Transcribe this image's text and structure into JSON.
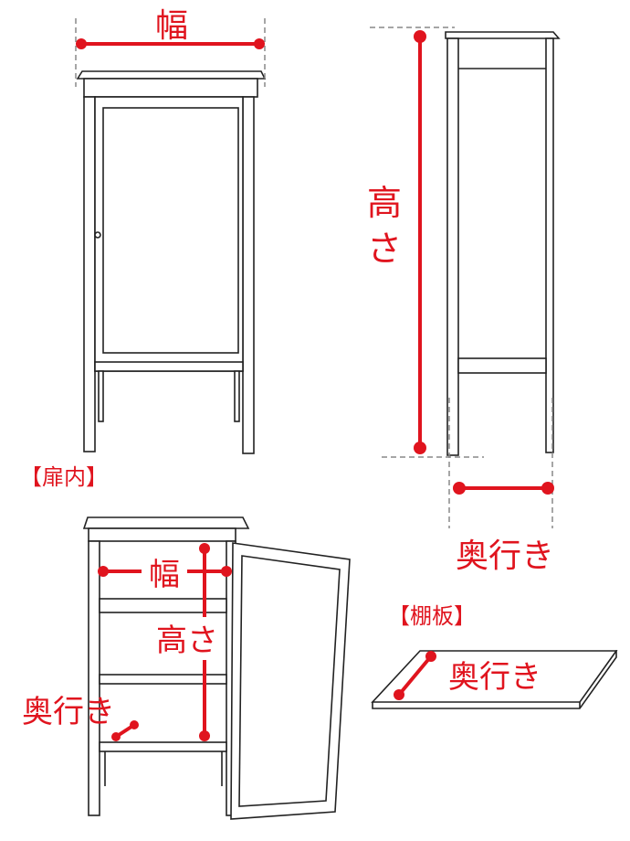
{
  "labels": {
    "front_width": "幅",
    "side_height_1": "高",
    "side_height_2": "さ",
    "side_depth": "奥行き",
    "interior_title": "【扉内】",
    "interior_width": "幅",
    "interior_height": "高さ",
    "interior_depth": "奥行き",
    "shelf_title": "【棚板】",
    "shelf_depth": "奥行き"
  },
  "colors": {
    "accent": "#e0141e",
    "line": "#222222",
    "guide": "#888888"
  }
}
